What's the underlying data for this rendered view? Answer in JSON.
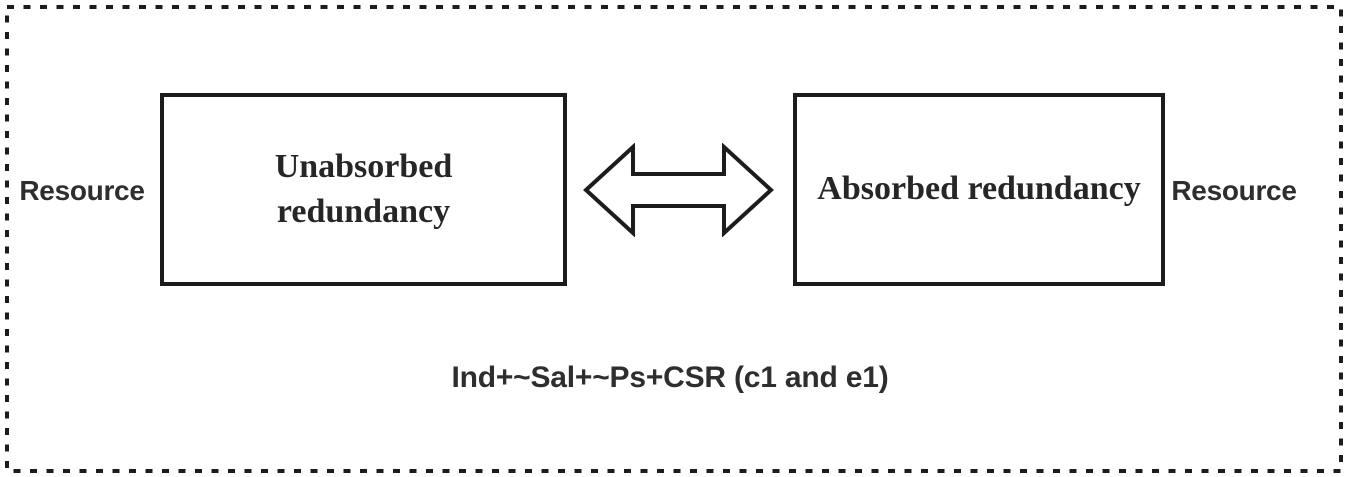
{
  "diagram": {
    "title_none_visible": "",
    "left_resource_label": "Resource",
    "right_resource_label": "Resource",
    "boxes": [
      {
        "id": "unabsorbed",
        "label": "Unabsorbed redundancy"
      },
      {
        "id": "absorbed",
        "label": "Absorbed redundancy"
      }
    ],
    "connector": {
      "icon": "double-headed-arrow-icon",
      "direction": "bidirectional-horizontal"
    },
    "caption": "Ind+~Sal+~Ps+CSR (c1 and e1)",
    "colors": {
      "background": "#ffffff",
      "line": "#1c1c1c",
      "box_text": "#262626",
      "label_text": "#2e2e2e"
    },
    "border_style": "dotted-rectangle"
  }
}
